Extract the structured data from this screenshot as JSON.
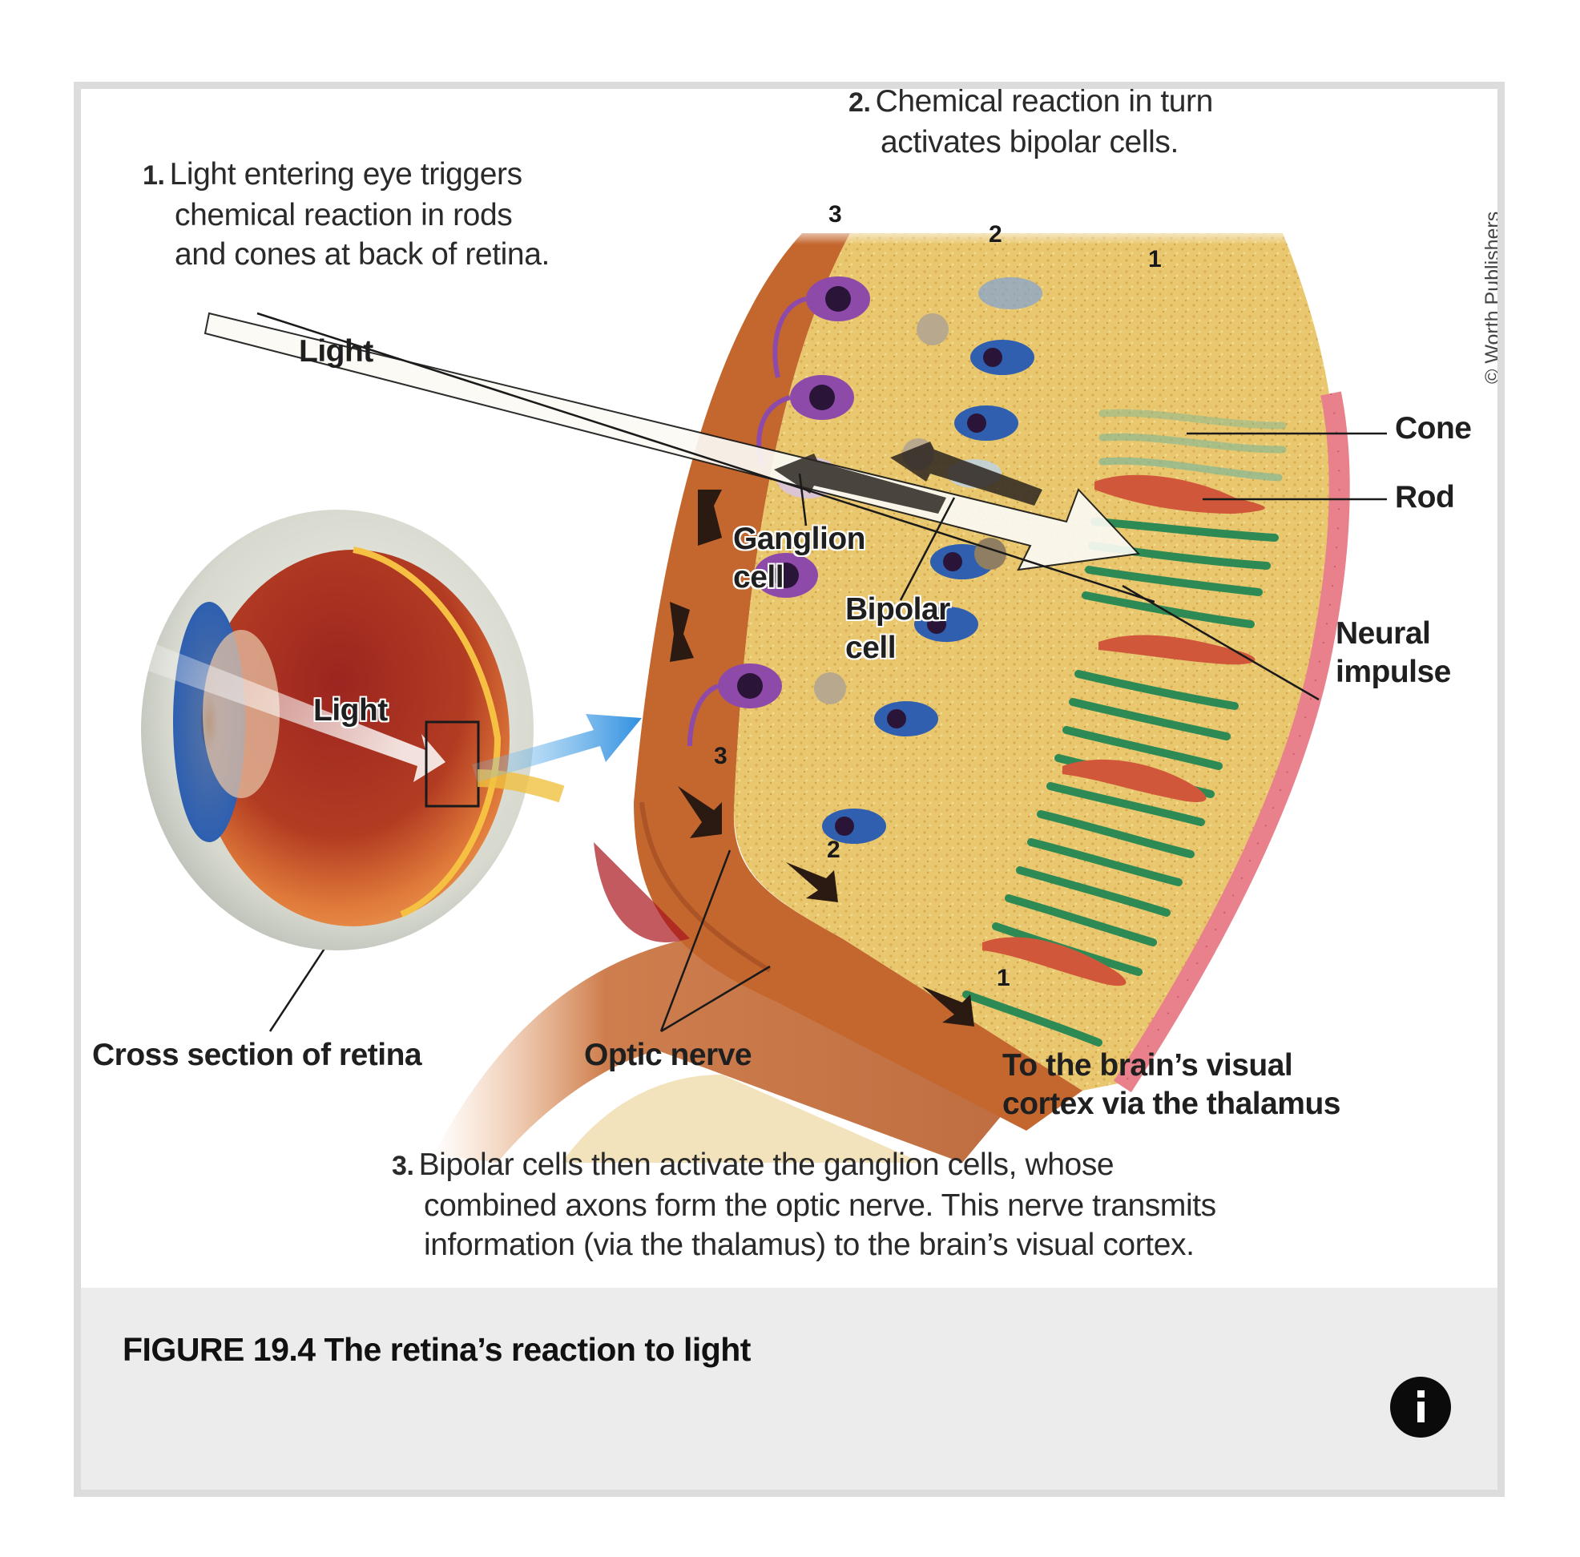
{
  "figure": {
    "credit": "© Worth Publishers",
    "steps": [
      {
        "number": "1.",
        "lines": [
          "Light entering eye triggers",
          "chemical reaction in rods",
          "and cones at back of retina."
        ]
      },
      {
        "number": "2.",
        "lines": [
          "Chemical reaction in turn",
          "activates bipolar cells."
        ]
      },
      {
        "number": "3.",
        "lines": [
          "Bipolar cells then activate the ganglion cells, whose",
          "combined axons form the optic nerve. This nerve transmits",
          "information (via the thalamus) to the brain’s visual cortex."
        ]
      }
    ],
    "labels": {
      "light_top": "Light",
      "light_eye": "Light",
      "cone": "Cone",
      "rod": "Rod",
      "neural_impulse": [
        "Neural",
        "impulse"
      ],
      "ganglion_cell": [
        "Ganglion",
        "cell"
      ],
      "bipolar_cell": [
        "Bipolar",
        "cell"
      ],
      "cross_section": "Cross section of retina",
      "optic_nerve": "Optic nerve",
      "to_brain": [
        "To the brain’s visual",
        "cortex via the thalamus"
      ]
    },
    "layer_numbers": {
      "top": [
        "3",
        "2",
        "1"
      ],
      "bottom": [
        "3",
        "2",
        "1"
      ]
    },
    "colors": {
      "ganglion": "#8e4aa8",
      "bipolar": "#2f5fae",
      "rod": "#2e8a55",
      "cone": "#d0573a",
      "retina_bg": "#e8c36a",
      "nerve": "#c9713a",
      "pointer_arrow": "#3a9ae0"
    }
  },
  "caption": {
    "title": "FIGURE 19.4 The retina’s reaction to light",
    "info_icon": "info-icon"
  }
}
